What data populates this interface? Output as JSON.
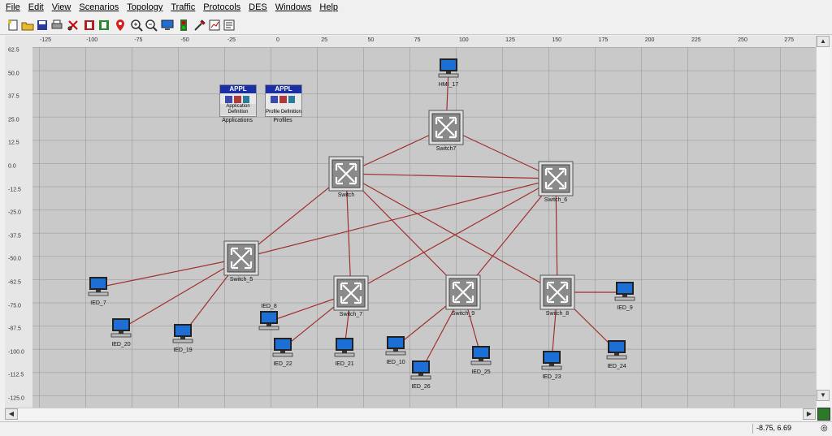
{
  "menu": [
    "File",
    "Edit",
    "View",
    "Scenarios",
    "Topology",
    "Traffic",
    "Protocols",
    "DES",
    "Windows",
    "Help"
  ],
  "toolbar_icons": [
    "new-icon",
    "open-icon",
    "save-icon",
    "print-icon",
    "cut-icon",
    "import-icon",
    "export-icon",
    "failure-icon",
    "zoom-in-icon",
    "zoom-out-icon",
    "monitor-icon",
    "stop-icon",
    "configure-icon",
    "results-icon",
    "report-icon"
  ],
  "ruler_x": [
    "-125",
    "-100",
    "-75",
    "-50",
    "-25",
    "0",
    "25",
    "50",
    "75",
    "100",
    "125",
    "150",
    "175",
    "200",
    "225",
    "250",
    "275"
  ],
  "ruler_y": [
    "62.5",
    "50.0",
    "37.5",
    "25.0",
    "12.5",
    "0.0",
    "-12.5",
    "-25.0",
    "-37.5",
    "-50.0",
    "-62.5",
    "-75.0",
    "-87.5",
    "-100.0",
    "-112.5",
    "-125.0"
  ],
  "config_objects": [
    {
      "header": "APPL",
      "text": "Application Definition",
      "label": "Applications"
    },
    {
      "header": "APPL",
      "text": "Profile Definition",
      "label": "Profiles"
    }
  ],
  "switches": [
    "Switch7",
    "Switch",
    "Switch_6",
    "Switch_5",
    "Switch_7",
    "Switch_9",
    "Switch_8"
  ],
  "hosts": [
    "HMI_17",
    "IED_7",
    "IED_20",
    "IED_19",
    "IED_8",
    "IED_22",
    "IED_21",
    "IED_10",
    "IED_26",
    "IED_25",
    "IED_23",
    "IED_24",
    "IED_9"
  ],
  "status": {
    "coords": "-8.75, 6.69"
  },
  "colors": {
    "link": "#a03030",
    "switch_face": "#8a8a8a",
    "monitor_screen": "#1d6fd6"
  }
}
